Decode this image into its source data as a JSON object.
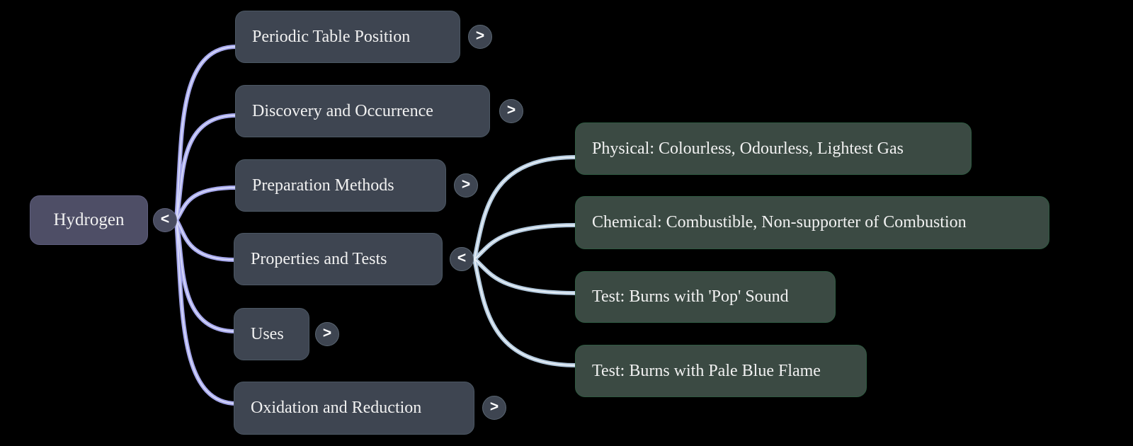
{
  "mindmap": {
    "root": {
      "label": "Hydrogen",
      "toggle": "<",
      "expanded": true
    },
    "branches": [
      {
        "label": "Periodic Table Position",
        "toggle": ">",
        "expanded": false
      },
      {
        "label": "Discovery and Occurrence",
        "toggle": ">",
        "expanded": false
      },
      {
        "label": "Preparation Methods",
        "toggle": ">",
        "expanded": false
      },
      {
        "label": "Properties and Tests",
        "toggle": "<",
        "expanded": true,
        "children": [
          {
            "label": "Physical: Colourless, Odourless, Lightest Gas"
          },
          {
            "label": "Chemical: Combustible, Non-supporter of Combustion"
          },
          {
            "label": "Test: Burns with 'Pop' Sound"
          },
          {
            "label": "Test: Burns with Pale Blue Flame"
          }
        ]
      },
      {
        "label": "Uses",
        "toggle": ">",
        "expanded": false
      },
      {
        "label": "Oxidation and Reduction",
        "toggle": ">",
        "expanded": false
      }
    ],
    "colors": {
      "background": "#000000",
      "root_fill": "#4e4e66",
      "root_border": "#5e5e7e",
      "branch_fill": "#3e4551",
      "branch_border": "#4b5763",
      "child_fill": "#3b4a43",
      "child_border": "#2f5a41",
      "edge_left": "#a6a8ec",
      "edge_left_core": "#d9dbfa",
      "edge_right": "#b3c9dd",
      "edge_right_core": "#eaf1f8",
      "text": "#f1f1f1"
    }
  }
}
